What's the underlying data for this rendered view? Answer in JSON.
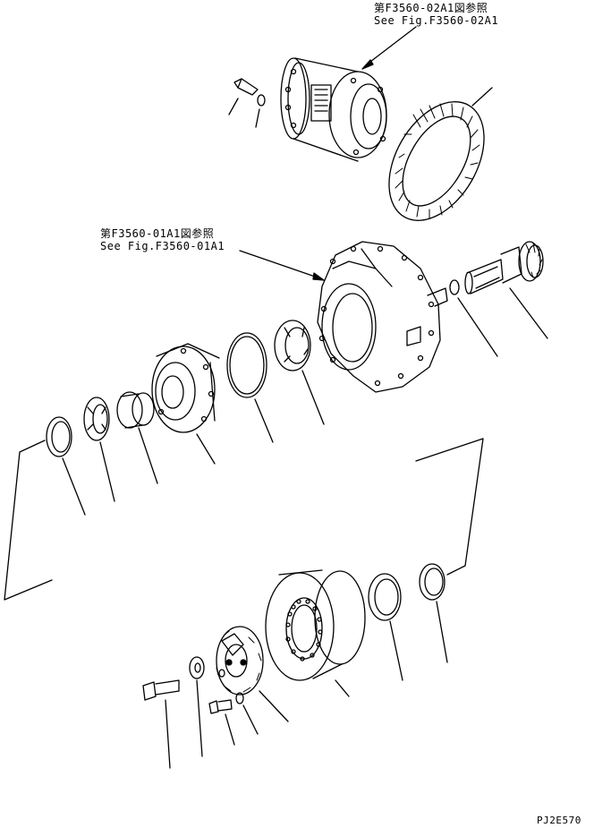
{
  "references": {
    "top_jp": "第F3560-02A1図参照",
    "top_en": "See Fig.F3560-02A1",
    "mid_jp": "第F3560-01A1図参照",
    "mid_en": "See Fig.F3560-01A1"
  },
  "drawing_code": "PJ2E570"
}
